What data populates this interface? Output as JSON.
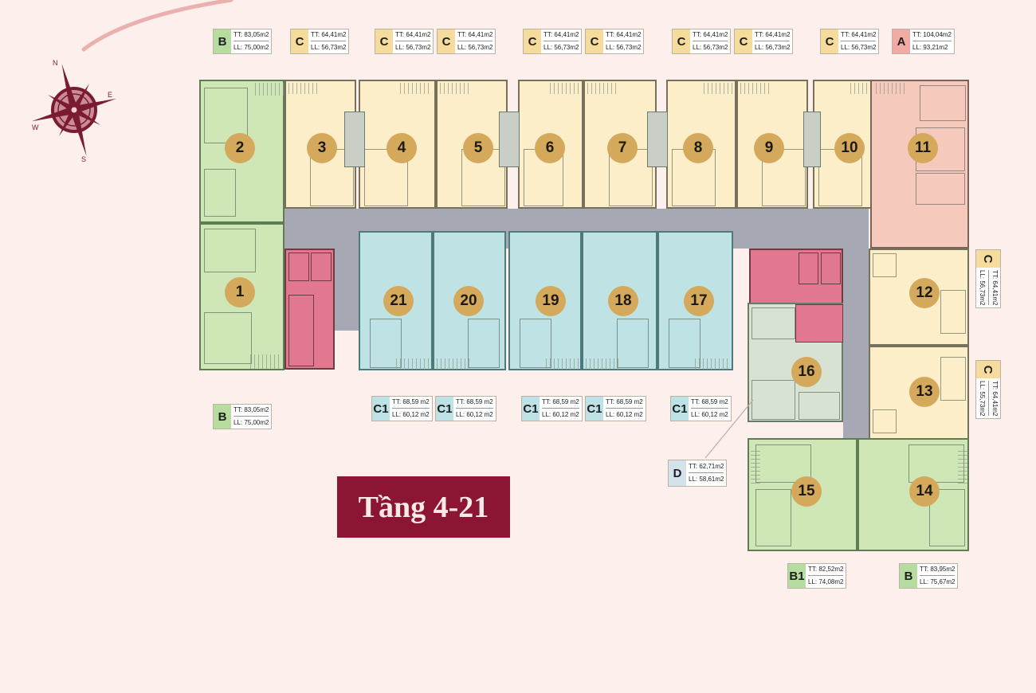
{
  "title": "Tầng 4-21",
  "colors": {
    "background": "#fcefec",
    "title_bg": "#8b1532",
    "type_A": "#f6c9bd",
    "type_B": "#cfe6b6",
    "type_C": "#fbeec8",
    "type_C1": "#bfe3e4",
    "type_D": "#d7e2d2",
    "core": "#e2788f",
    "corridor": "#a6a8b3",
    "unit_marker": "#d4a95c"
  },
  "compass": {
    "icon": "compass-rose-icon"
  },
  "units": [
    {
      "no": "1",
      "type": "B"
    },
    {
      "no": "2",
      "type": "B"
    },
    {
      "no": "3",
      "type": "C"
    },
    {
      "no": "4",
      "type": "C"
    },
    {
      "no": "5",
      "type": "C"
    },
    {
      "no": "6",
      "type": "C"
    },
    {
      "no": "7",
      "type": "C"
    },
    {
      "no": "8",
      "type": "C"
    },
    {
      "no": "9",
      "type": "C"
    },
    {
      "no": "10",
      "type": "C"
    },
    {
      "no": "11",
      "type": "A"
    },
    {
      "no": "12",
      "type": "C"
    },
    {
      "no": "13",
      "type": "C"
    },
    {
      "no": "14",
      "type": "B"
    },
    {
      "no": "15",
      "type": "B1"
    },
    {
      "no": "16",
      "type": "D"
    },
    {
      "no": "17",
      "type": "C1"
    },
    {
      "no": "18",
      "type": "C1"
    },
    {
      "no": "19",
      "type": "C1"
    },
    {
      "no": "20",
      "type": "C1"
    },
    {
      "no": "21",
      "type": "C1"
    }
  ],
  "tags": [
    {
      "id": "u2",
      "type": "B",
      "tt": "TT: 83,05m2",
      "ll": "LL: 75,00m2"
    },
    {
      "id": "u3",
      "type": "C",
      "tt": "TT: 64,41m2",
      "ll": "LL: 56,73m2"
    },
    {
      "id": "u4",
      "type": "C",
      "tt": "TT: 64,41m2",
      "ll": "LL: 56,73m2"
    },
    {
      "id": "u5",
      "type": "C",
      "tt": "TT: 64,41m2",
      "ll": "LL: 56,73m2"
    },
    {
      "id": "u6",
      "type": "C",
      "tt": "TT: 64,41m2",
      "ll": "LL: 56,73m2"
    },
    {
      "id": "u7",
      "type": "C",
      "tt": "TT: 64,41m2",
      "ll": "LL: 56,73m2"
    },
    {
      "id": "u8",
      "type": "C",
      "tt": "TT: 64,41m2",
      "ll": "LL: 56,73m2"
    },
    {
      "id": "u9",
      "type": "C",
      "tt": "TT: 64,41m2",
      "ll": "LL: 56,73m2"
    },
    {
      "id": "u10",
      "type": "C",
      "tt": "TT: 64,41m2",
      "ll": "LL: 56,73m2"
    },
    {
      "id": "u11",
      "type": "A",
      "tt": "TT: 104,04m2",
      "ll": "LL: 93,21m2"
    },
    {
      "id": "u1",
      "type": "B",
      "tt": "TT: 83,05m2",
      "ll": "LL: 75,00m2"
    },
    {
      "id": "u21",
      "type": "C1",
      "tt": "TT: 68,59 m2",
      "ll": "LL: 60,12 m2"
    },
    {
      "id": "u20",
      "type": "C1",
      "tt": "TT: 68,59 m2",
      "ll": "LL: 60,12 m2"
    },
    {
      "id": "u19",
      "type": "C1",
      "tt": "TT: 68,59 m2",
      "ll": "LL: 60,12 m2"
    },
    {
      "id": "u18",
      "type": "C1",
      "tt": "TT: 68,59 m2",
      "ll": "LL: 60,12 m2"
    },
    {
      "id": "u17",
      "type": "C1",
      "tt": "TT: 68,59 m2",
      "ll": "LL: 60,12 m2"
    },
    {
      "id": "u12",
      "type": "C",
      "tt": "TT: 64,41m2",
      "ll": "LL: 56,73m2"
    },
    {
      "id": "u13",
      "type": "C",
      "tt": "TT: 64,41m2",
      "ll": "LL: 55,73m2"
    },
    {
      "id": "u16",
      "type": "D",
      "tt": "TT: 62,71m2",
      "ll": "LL: 58,61m2"
    },
    {
      "id": "u15",
      "type": "B1",
      "tt": "TT: 82,52m2",
      "ll": "LL: 74,08m2"
    },
    {
      "id": "u14",
      "type": "B",
      "tt": "TT: 83,95m2",
      "ll": "LL: 75,67m2"
    }
  ]
}
